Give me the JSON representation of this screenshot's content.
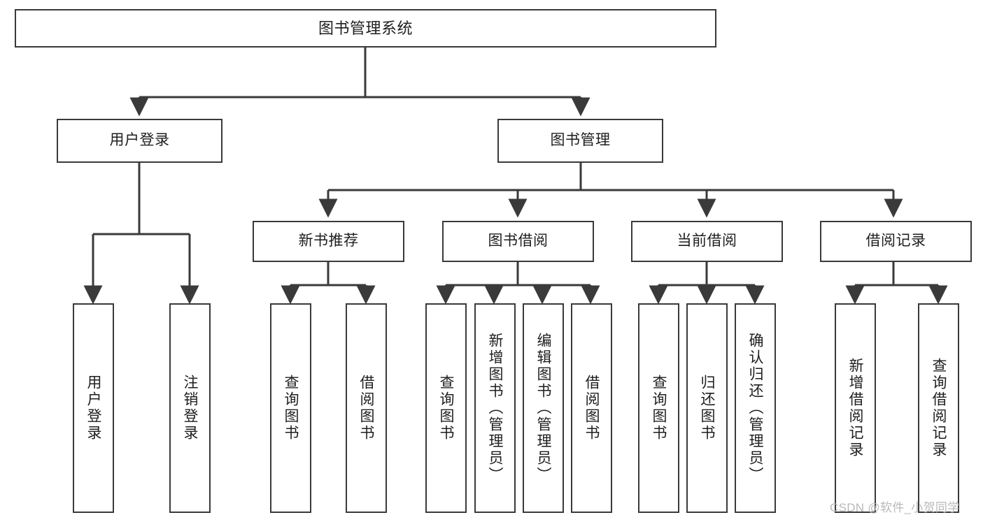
{
  "diagram": {
    "title": "图书管理系统",
    "type": "tree-hierarchy-chart",
    "colors": {
      "node_border": "#3a3a3a",
      "node_fill": "#ffffff",
      "edge": "#3a3a3a",
      "text": "#1e1e1e",
      "watermark": "#b9b9b9",
      "background": "#ffffff"
    },
    "root": {
      "label": "图书管理系统"
    },
    "branches": [
      {
        "id": "user-login",
        "label": "用户登录"
      },
      {
        "id": "book-management",
        "label": "图书管理"
      }
    ],
    "categories": [
      {
        "id": "new-book-recommend",
        "label": "新书推荐"
      },
      {
        "id": "book-borrow",
        "label": "图书借阅"
      },
      {
        "id": "current-borrow",
        "label": "当前借阅"
      },
      {
        "id": "borrow-record",
        "label": "借阅记录"
      }
    ],
    "leaves": [
      {
        "id": "leaf-user-login",
        "label": "用户登录",
        "parent": "user-login"
      },
      {
        "id": "leaf-logout",
        "label": "注销登录",
        "parent": "user-login"
      },
      {
        "id": "leaf-query-book-1",
        "label": "查询图书",
        "parent": "new-book-recommend"
      },
      {
        "id": "leaf-borrow-book-1",
        "label": "借阅图书",
        "parent": "new-book-recommend"
      },
      {
        "id": "leaf-query-book-2",
        "label": "查询图书",
        "parent": "book-borrow"
      },
      {
        "id": "leaf-add-book",
        "label": "新增图书（管理员）",
        "parent": "book-borrow"
      },
      {
        "id": "leaf-edit-book",
        "label": "编辑图书（管理员）",
        "parent": "book-borrow"
      },
      {
        "id": "leaf-borrow-book-2",
        "label": "借阅图书",
        "parent": "book-borrow"
      },
      {
        "id": "leaf-query-book-3",
        "label": "查询图书",
        "parent": "current-borrow"
      },
      {
        "id": "leaf-return-book",
        "label": "归还图书",
        "parent": "current-borrow"
      },
      {
        "id": "leaf-confirm-return",
        "label": "确认归还（管理员）",
        "parent": "current-borrow"
      },
      {
        "id": "leaf-add-record",
        "label": "新增借阅记录",
        "parent": "borrow-record"
      },
      {
        "id": "leaf-query-record",
        "label": "查询借阅记录",
        "parent": "borrow-record"
      }
    ],
    "watermark": "CSDN @软件_小贺同学"
  }
}
